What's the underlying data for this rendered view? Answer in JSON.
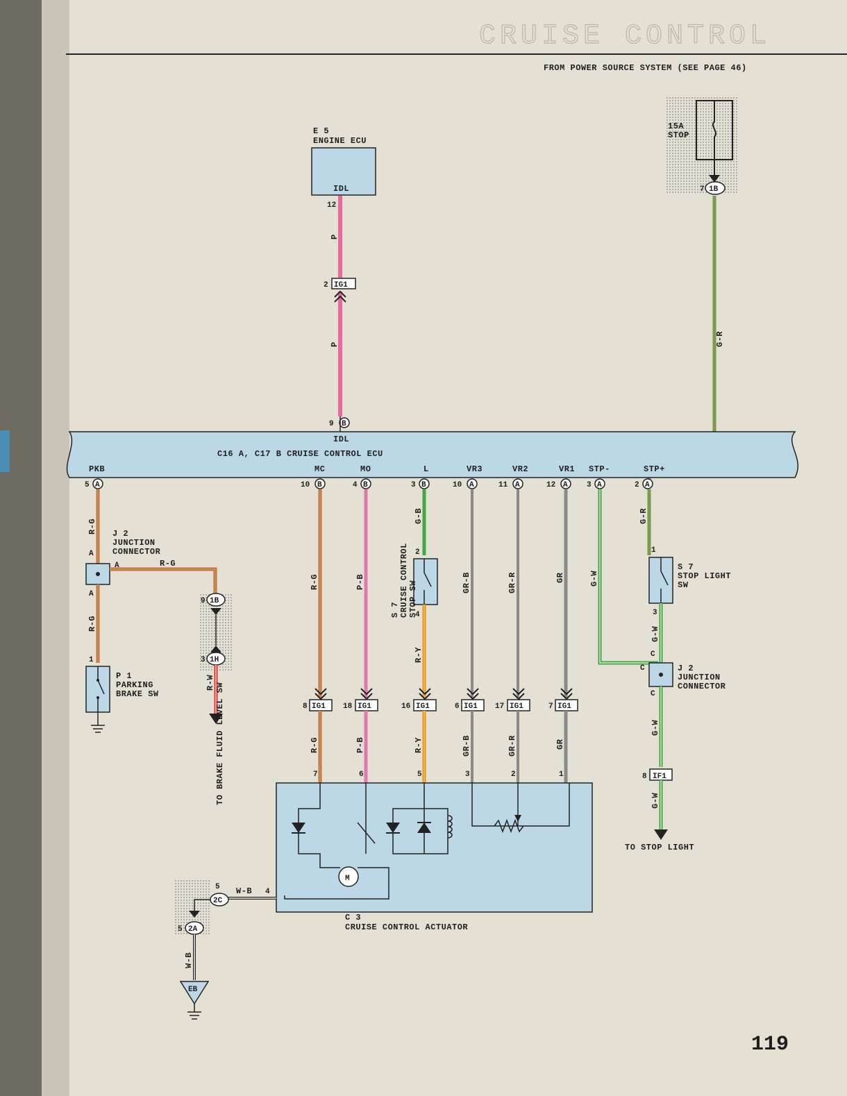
{
  "header": {
    "title": "CRUISE CONTROL",
    "page_number": "119"
  },
  "source": {
    "label": "FROM POWER SOURCE SYSTEM (SEE PAGE 46)"
  },
  "fuse": {
    "amp": "15A",
    "name": "STOP",
    "pin": "7",
    "connector": "1B"
  },
  "engine_ecu": {
    "code": "E 5",
    "name": "ENGINE ECU",
    "terminal": "IDL",
    "pin": "12"
  },
  "ig1_top": {
    "pin": "2",
    "label": "IG1"
  },
  "ecu": {
    "label": "C16 A, C17 B  CRUISE CONTROL ECU",
    "idl_pin": "9",
    "idl_conn": "B",
    "idl_label": "IDL",
    "terminals": [
      {
        "name": "PKB",
        "pin": "5",
        "conn": "A"
      },
      {
        "name": "MC",
        "pin": "10",
        "conn": "B"
      },
      {
        "name": "MO",
        "pin": "4",
        "conn": "B"
      },
      {
        "name": "L",
        "pin": "3",
        "conn": "B"
      },
      {
        "name": "VR3",
        "pin": "10",
        "conn": "A"
      },
      {
        "name": "VR2",
        "pin": "11",
        "conn": "A"
      },
      {
        "name": "VR1",
        "pin": "12",
        "conn": "A"
      },
      {
        "name": "STP-",
        "pin": "3",
        "conn": "A"
      },
      {
        "name": "STP+",
        "pin": "2",
        "conn": "A"
      }
    ]
  },
  "wires": {
    "p": "P",
    "gr": "G-R",
    "rg": "R-G",
    "pb": "P-B",
    "gb": "G-B",
    "ry": "R-Y",
    "grb": "GR-B",
    "grr": "GR-R",
    "grey": "GR",
    "gw": "G-W",
    "rw": "R-W",
    "wb": "W-B"
  },
  "j2_left": {
    "code": "J 2",
    "name1": "JUNCTION",
    "name2": "CONNECTOR",
    "pin_a": "A"
  },
  "j2_right": {
    "code": "J 2",
    "name1": "JUNCTION",
    "name2": "CONNECTOR",
    "pin_c": "C"
  },
  "parking": {
    "code": "P 1",
    "name1": "PARKING",
    "name2": "BRAKE SW",
    "pin": "1"
  },
  "stop_sw": {
    "code": "S 7",
    "name1": "CRUISE CONTROL",
    "name2": "STOP SW",
    "pin_top": "2",
    "pin_bot": "4"
  },
  "stop_light": {
    "code": "S 7",
    "name1": "STOP LIGHT",
    "name2": "SW",
    "pin_top": "1",
    "pin_bot": "3"
  },
  "brake_fluid": {
    "text": "TO BRAKE FLUID LEVEL SW",
    "pin1": "9",
    "conn1": "1B",
    "pin2": "3",
    "conn2": "1H"
  },
  "ig1_row": [
    {
      "pin": "8",
      "label": "IG1"
    },
    {
      "pin": "18",
      "label": "IG1"
    },
    {
      "pin": "16",
      "label": "IG1"
    },
    {
      "pin": "6",
      "label": "IG1"
    },
    {
      "pin": "17",
      "label": "IG1"
    },
    {
      "pin": "7",
      "label": "IG1"
    }
  ],
  "if1": {
    "pin": "8",
    "label": "IF1"
  },
  "to_stop_light": "TO STOP LIGHT",
  "actuator": {
    "code": "C 3",
    "name": "CRUISE CONTROL ACTUATOR",
    "pins": [
      "7",
      "6",
      "5",
      "3",
      "2",
      "1",
      "4"
    ],
    "motor": "M"
  },
  "ground": {
    "pin5": "5",
    "conn_2c": "2C",
    "pin_2a": "5",
    "conn_2a": "2A",
    "label": "EB"
  }
}
